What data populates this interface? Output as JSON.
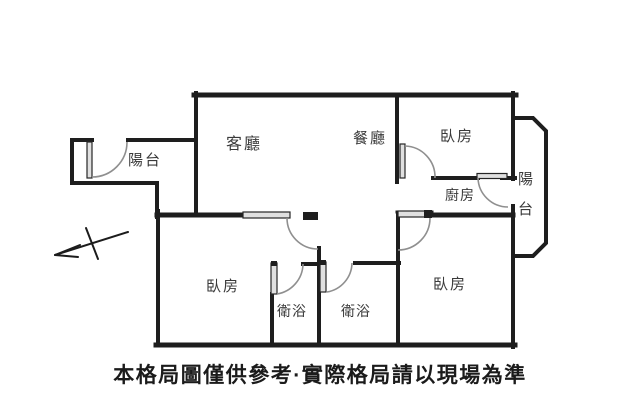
{
  "floor_plan": {
    "labels": {
      "balcony_left": "陽台",
      "living_room": "客廳",
      "dining_room": "餐廳",
      "bedroom_top_right": "臥房",
      "balcony_right": "陽台",
      "kitchen": "廚房",
      "bedroom_bottom_left": "臥房",
      "bathroom_left": "衛浴",
      "bathroom_right": "衛浴",
      "bedroom_bottom_right": "臥房"
    },
    "caption": "本格局圖僅供參考·實際格局請以現場為準",
    "colors": {
      "wall": "#1e1e1e",
      "door_arc": "#8f8f8f",
      "door_leaf_fill": "#e0e0e0",
      "label_text": "#3a3a3a",
      "caption_text": "#1b1b1b",
      "background": "#ffffff"
    }
  }
}
